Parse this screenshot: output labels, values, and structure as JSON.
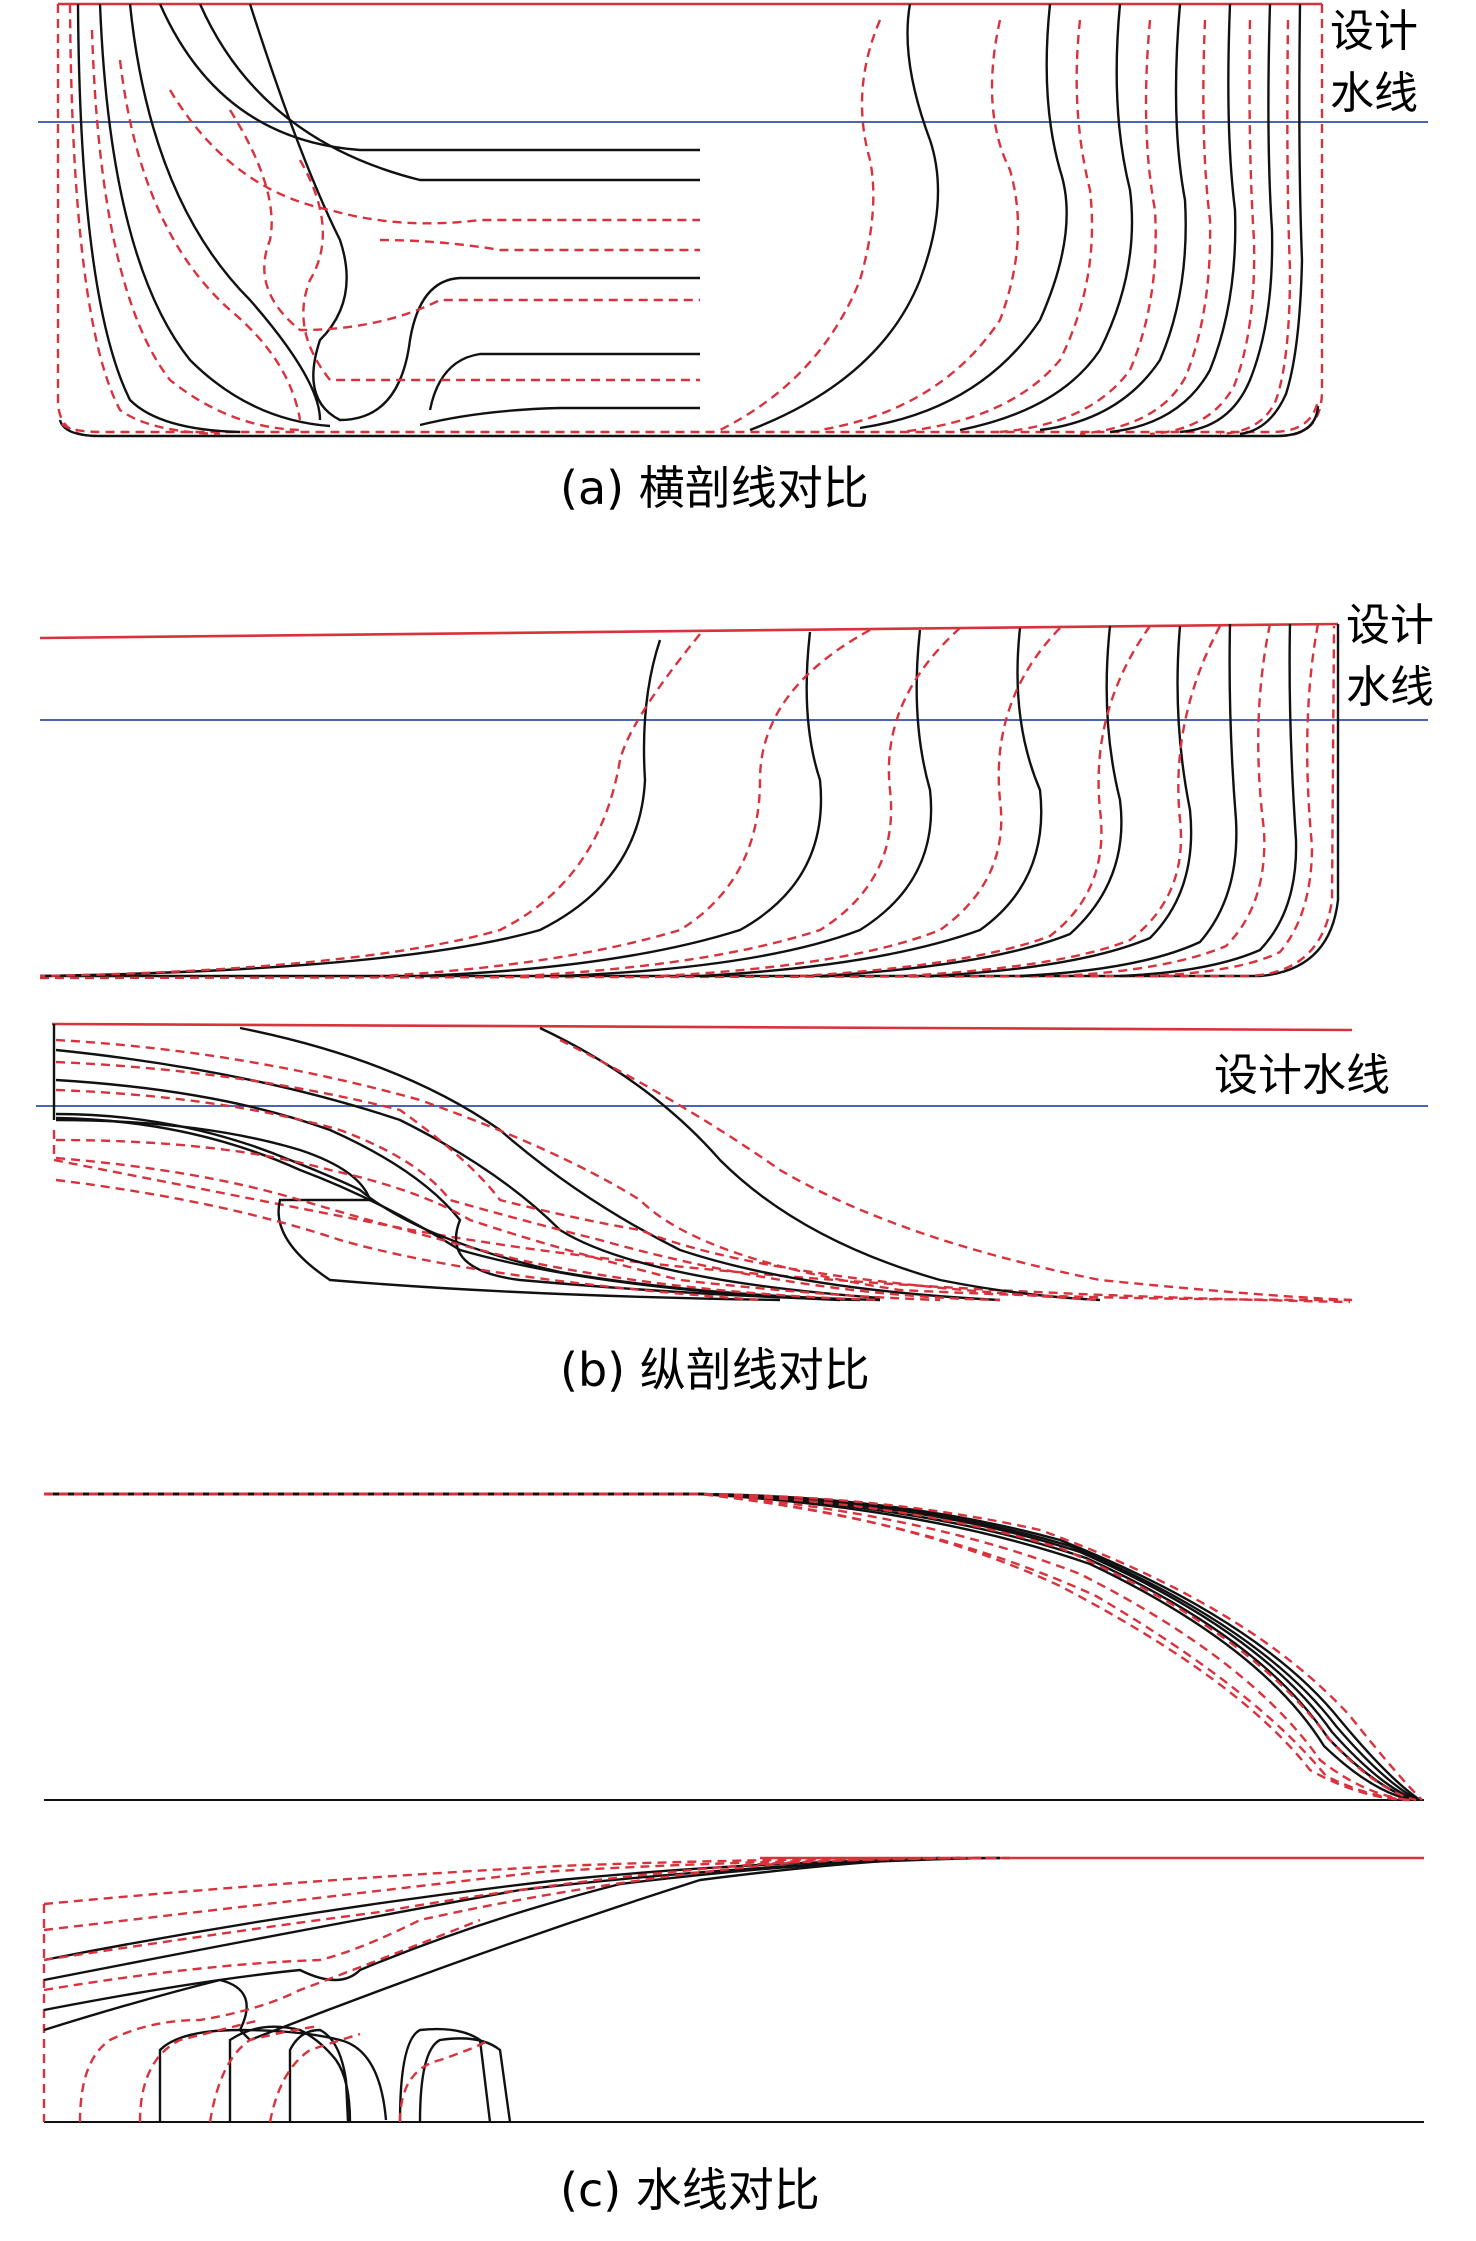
{
  "panel_a": {
    "caption": "(a) 横剖线对比",
    "waterline_label_line1": "设计",
    "waterline_label_line2": "水线"
  },
  "panel_b": {
    "caption": "(b) 纵剖线对比",
    "waterline_label_top_line1": "设计",
    "waterline_label_top_line2": "水线",
    "waterline_label_bottom": "设计水线"
  },
  "panel_c": {
    "caption": "(c) 水线对比"
  },
  "colors": {
    "original_hull": "#111111",
    "optimized_hull": "#d8323c",
    "design_waterline": "#2f4fa8"
  }
}
